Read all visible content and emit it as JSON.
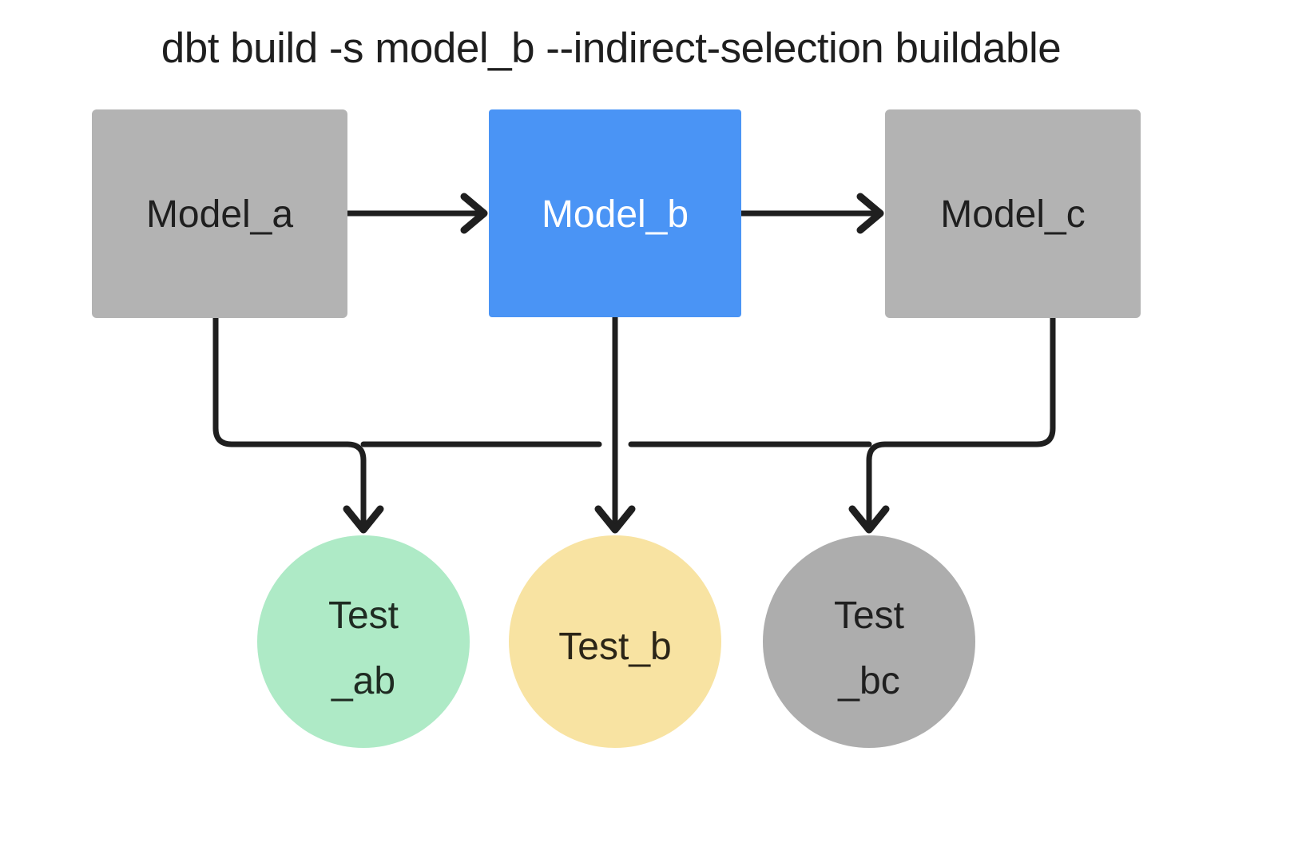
{
  "diagram": {
    "title": "dbt build -s model_b --indirect-selection buildable",
    "background_color": "#ffffff",
    "edge_color": "#1f1f1f",
    "models": [
      {
        "id": "model_a",
        "label": "Model_a",
        "shape": "rectangle",
        "fill": "#b3b3b3",
        "text_color": "#1f1f1f",
        "selected": false
      },
      {
        "id": "model_b",
        "label": "Model_b",
        "shape": "rectangle",
        "fill": "#4a94f5",
        "text_color": "#ffffff",
        "selected": true
      },
      {
        "id": "model_c",
        "label": "Model_c",
        "shape": "rectangle",
        "fill": "#b3b3b3",
        "text_color": "#1f1f1f",
        "selected": false
      }
    ],
    "tests": [
      {
        "id": "test_ab",
        "label_line1": "Test",
        "label_line2": "_ab",
        "shape": "circle",
        "fill": "#aeeac6",
        "text_color": "#1f2b22"
      },
      {
        "id": "test_b",
        "label_line1": "Test_b",
        "label_line2": "",
        "shape": "circle",
        "fill": "#f8e3a2",
        "text_color": "#2b2517"
      },
      {
        "id": "test_bc",
        "label_line1": "Test",
        "label_line2": "_bc",
        "shape": "circle",
        "fill": "#adadad",
        "text_color": "#1f1f1f"
      }
    ],
    "edges": [
      {
        "from": "model_a",
        "to": "model_b",
        "style": "straight-arrow"
      },
      {
        "from": "model_b",
        "to": "model_c",
        "style": "straight-arrow"
      },
      {
        "from": "model_a",
        "to": "test_ab",
        "style": "elbow-arrow"
      },
      {
        "from": "model_b",
        "to": "test_b",
        "style": "straight-arrow"
      },
      {
        "from": "model_c",
        "to": "test_bc",
        "style": "elbow-arrow"
      }
    ]
  }
}
